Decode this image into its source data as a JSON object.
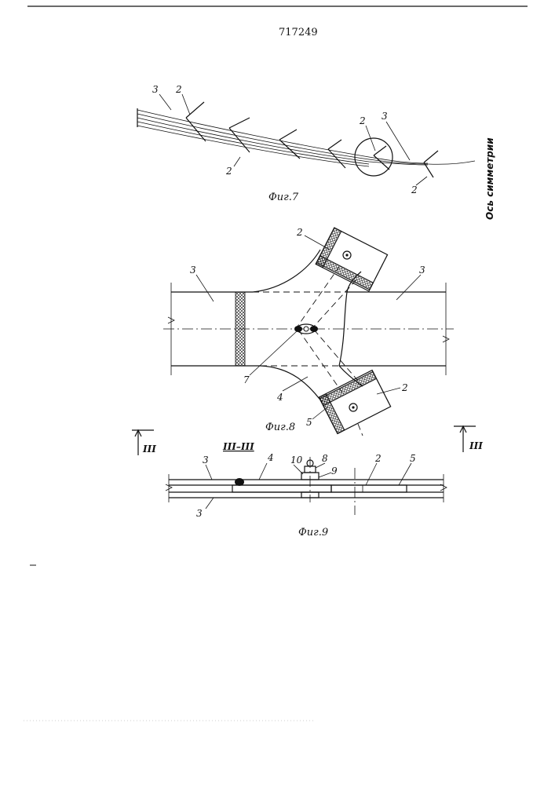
{
  "page_number": "717249",
  "colors": {
    "ink": "#111111",
    "paper": "#ffffff"
  },
  "fig7": {
    "caption": "Фиг.7",
    "labels": [
      "3",
      "2",
      "2",
      "2",
      "3",
      "2"
    ],
    "axis_label": "Ось симметрии"
  },
  "fig8": {
    "caption": "Фиг.8",
    "labels": [
      "2",
      "3",
      "3",
      "2",
      "7",
      "4",
      "5"
    ]
  },
  "fig9": {
    "caption": "Фиг.9",
    "section_title": "III–III",
    "section_mark": "III",
    "labels": [
      "3",
      "4",
      "10",
      "8",
      "9",
      "2",
      "5",
      "3"
    ]
  }
}
